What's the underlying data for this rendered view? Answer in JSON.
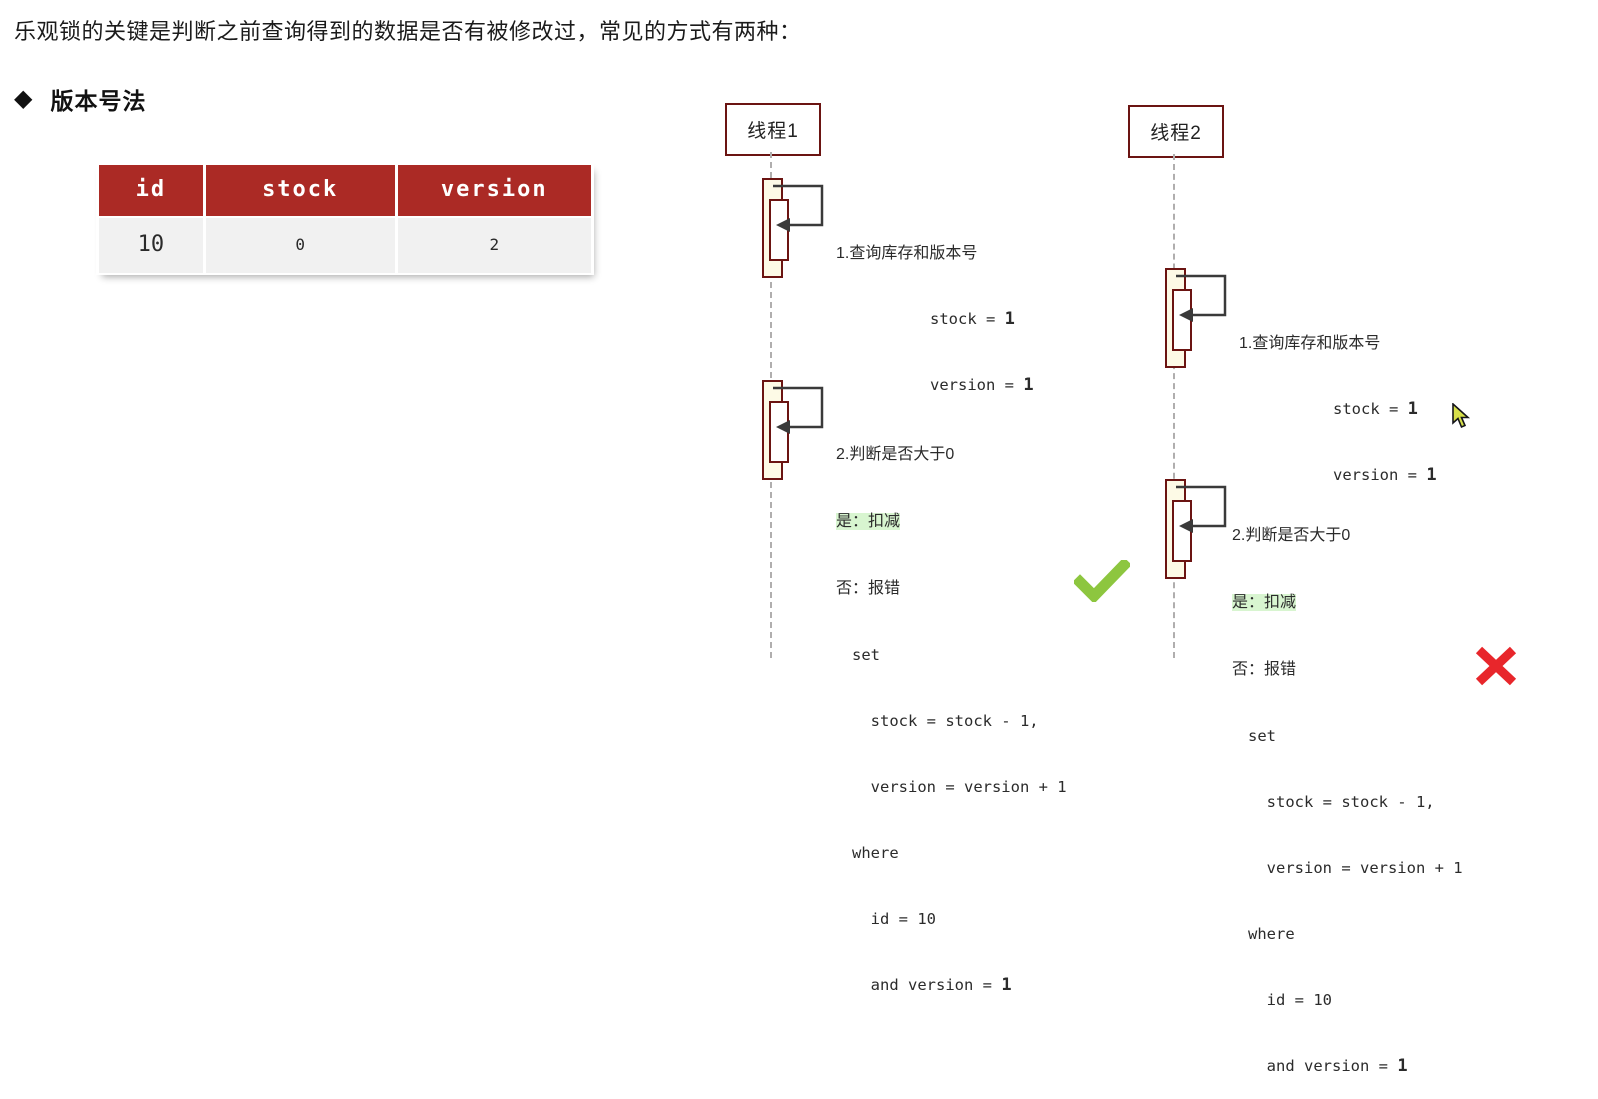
{
  "page": {
    "intro": "乐观锁的关键是判断之前查询得到的数据是否有被修改过，常见的方式有两种：",
    "bullet_glyph": "◆",
    "section_heading": "版本号法"
  },
  "table": {
    "headers": [
      "id",
      "stock",
      "version"
    ],
    "rows": [
      {
        "id": "10",
        "stock": "0",
        "version": "2"
      }
    ],
    "header_bg": "#ab2a25",
    "header_fg": "#ffffff",
    "cell_bg": "#f1f1f1"
  },
  "diagram": {
    "type": "sequence",
    "actors": [
      {
        "name": "thread1",
        "label": "线程1"
      },
      {
        "name": "thread2",
        "label": "线程2"
      }
    ],
    "accent_border": "#6b1412",
    "activation_fill": "#fdfae6",
    "lifeline_color": "#b0aeae",
    "highlight_bg": "#d8f5d0",
    "messages": [
      {
        "actor": "thread1",
        "step": "1.查询库存和版本号",
        "lines": [
          "stock = ",
          "version = "
        ],
        "values": [
          "1",
          "1"
        ]
      },
      {
        "actor": "thread2",
        "step": "1.查询库存和版本号",
        "lines": [
          "stock = ",
          "version = "
        ],
        "values": [
          "1",
          "1"
        ]
      },
      {
        "actor": "thread1",
        "step": "2.判断是否大于0",
        "yes": "是：扣减",
        "no": "否：报错",
        "sql": [
          "set",
          "  stock = stock - 1,",
          "  version = version + 1",
          "where",
          "  id = 10",
          "  and version = "
        ],
        "version_value": "1",
        "result": "success"
      },
      {
        "actor": "thread2",
        "step": "2.判断是否大于0",
        "yes": "是：扣减",
        "no": "否：报错",
        "sql": [
          "set",
          "  stock = stock - 1,",
          "  version = version + 1",
          "where",
          "  id = 10",
          "  and version = "
        ],
        "version_value": "1",
        "result": "failure"
      }
    ],
    "marks": {
      "check_color": "#8dc63f",
      "cross_color": "#e8262b"
    }
  },
  "notes": {
    "n1": {
      "l1": "1.查询库存和版本号",
      "l2": "stock = ",
      "l2v": "1",
      "l3": "version = ",
      "l3v": "1"
    },
    "n2": {
      "l1": "2.判断是否大于0",
      "l2": "是：扣减",
      "l3": "否：报错",
      "l4": "set",
      "l5": "  stock = stock - 1,",
      "l6": "  version = version + 1",
      "l7": "where",
      "l8": "  id = 10",
      "l9": "  and version = ",
      "l9v": "1"
    },
    "n3": {
      "l1": "1.查询库存和版本号",
      "l2": "stock = ",
      "l2v": "1",
      "l3": "version = ",
      "l3v": "1"
    },
    "n4": {
      "l1": "2.判断是否大于0",
      "l2": "是：扣减",
      "l3": "否：报错",
      "l4": "set",
      "l5": "  stock = stock - 1,",
      "l6": "  version = version + 1",
      "l7": "where",
      "l8": "  id = 10",
      "l9": "  and version = ",
      "l9v": "1"
    }
  }
}
